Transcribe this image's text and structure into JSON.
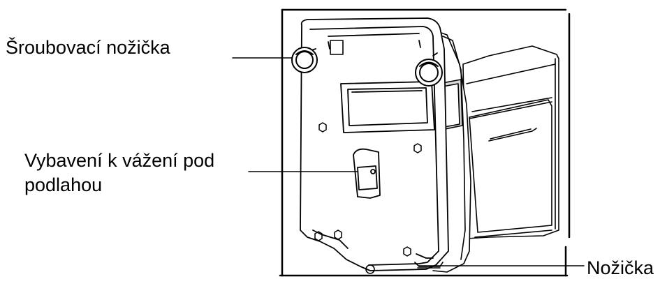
{
  "labels": {
    "screw_foot": "Šroubovací nožička",
    "underfloor_line1": "Vybavení k  vážení pod",
    "underfloor_line2": "podlahou",
    "foot": "Nožička"
  },
  "colors": {
    "ink": "#000000",
    "paper": "#ffffff",
    "shade": "#d9d9d9"
  }
}
